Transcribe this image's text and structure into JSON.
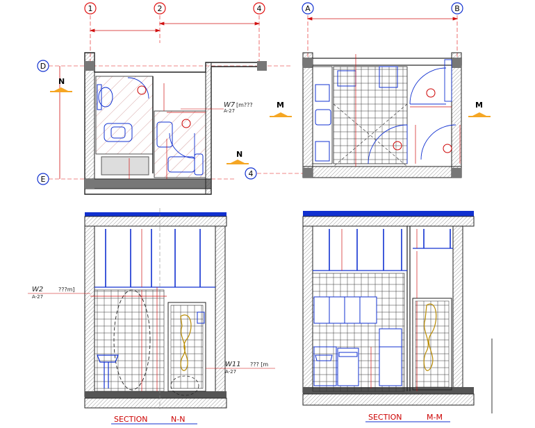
{
  "grid_bubbles": {
    "g1": "1",
    "g2": "2",
    "g4": "4",
    "gA": "A",
    "gB": "B",
    "gD": "D",
    "gE": "E",
    "g4b": "4"
  },
  "section_marks": {
    "n": "N",
    "m": "M"
  },
  "tags": {
    "w7": "W7",
    "w7_ref": "[m???",
    "w7_sub": "A-27",
    "w2": "W2",
    "w2_ref": "???m]",
    "w2_sub": "A-27",
    "w11": "W11",
    "w11_ref": "??? [m",
    "w11_sub": "A-27"
  },
  "titles": {
    "nn": "SECTION",
    "nn_id": "N-N",
    "mm": "SECTION",
    "mm_id": "M-M"
  },
  "colors": {
    "grid_red": "#e01010",
    "wall": "#222222",
    "fixture_blue": "#1030d0",
    "dim_red": "#d01010",
    "fill_grey": "#888888",
    "gold": "#b88a00"
  }
}
